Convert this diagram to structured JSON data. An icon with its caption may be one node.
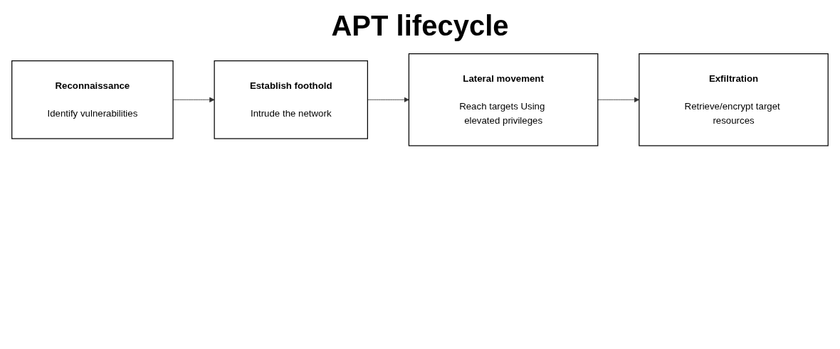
{
  "diagram": {
    "title": "APT lifecycle",
    "nodes": [
      {
        "text": [
          "Reconnaissance",
          "Identify vulnerabilities"
        ]
      },
      {
        "text": [
          "Establish foothold",
          "Intrude the network"
        ]
      },
      {
        "text": [
          "Lateral movement",
          "Reach targets Using elevated privileges"
        ]
      },
      {
        "text": [
          "Exfiltration",
          "Retrieve/encrypt target resources"
        ]
      }
    ],
    "edges": [
      {
        "from": 0,
        "to": 1,
        "arrow": "to"
      },
      {
        "from": 1,
        "to": 2,
        "arrow": "to"
      },
      {
        "from": 2,
        "to": 3,
        "arrow": "to"
      }
    ]
  }
}
